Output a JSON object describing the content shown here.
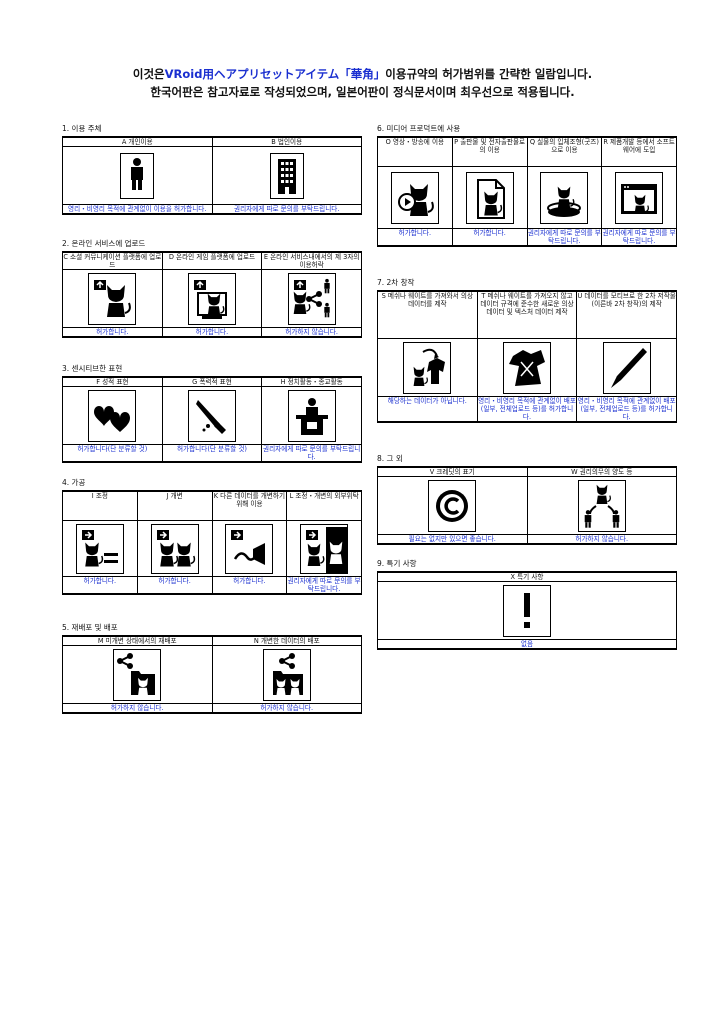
{
  "header": {
    "line1_pre": "이것은",
    "line1_blue": "VRoid用ヘアプリセットアイテム「華角」",
    "line1_post": "이용규약의 허가범위를 간략한 일람입니다.",
    "line2": "한국어판은 참고자료로 작성되었으며, 일본어판이 정식문서이며 최우선으로 적용됩니다."
  },
  "sections": {
    "s1": {
      "title": "1. 이용 주체",
      "items": [
        {
          "label": "A 개인이용",
          "result": "영리・비영리 목적에 관계없이 이용을 허가합니다.",
          "icon": "person-icon"
        },
        {
          "label": "B 법인이용",
          "result": "권리자에게 따로 문의를 부탁드립니다.",
          "icon": "building-icon"
        }
      ]
    },
    "s2": {
      "title": "2. 온라인 서비스에 업로드",
      "items": [
        {
          "label": "C 소셜 커뮤니케이션 플랫폼에 업로드",
          "result": "허가합니다.",
          "icon": "upload-cat-icon"
        },
        {
          "label": "D 온라인 게임 플랫폼에 업로드",
          "result": "허가합니다.",
          "icon": "game-upload-icon"
        },
        {
          "label": "E 온라인 서비스내에서의 제 3자의 이용허락",
          "result": "허가하지 않습니다.",
          "icon": "share-third-party-icon"
        }
      ]
    },
    "s3": {
      "title": "3. 센시티브한 표현",
      "items": [
        {
          "label": "F 성적 표현",
          "result": "허가합니다(단 분류할 것)",
          "icon": "hearts-icon"
        },
        {
          "label": "G 폭력적 표현",
          "result": "허가합니다(단 분류할 것)",
          "icon": "knife-icon"
        },
        {
          "label": "H 정치활동・종교활동",
          "result": "권리자에게 따로 문의를 부탁드립니다.",
          "icon": "podium-icon"
        }
      ]
    },
    "s4": {
      "title": "4. 가공",
      "items": [
        {
          "label": "I 조정",
          "result": "허가합니다.",
          "icon": "adjust-icon"
        },
        {
          "label": "J 개변",
          "result": "허가합니다.",
          "icon": "modify-icon"
        },
        {
          "label": "K 다른 데이터를 개변하기 위해 이용",
          "result": "허가합니다.",
          "icon": "other-data-icon"
        },
        {
          "label": "L 조정・개변의 외부위탁",
          "result": "권리자에게 따로 문의를 부탁드립니다.",
          "icon": "outsource-icon"
        }
      ]
    },
    "s5": {
      "title": "5. 재배포 및 배포",
      "items": [
        {
          "label": "M 미개변 상태에서의 재배포",
          "result": "허가하지 않습니다.",
          "icon": "redistribute-icon"
        },
        {
          "label": "N 개변한 데이터의 배포",
          "result": "허가하지 않습니다.",
          "icon": "distribute-modified-icon"
        }
      ]
    },
    "s6": {
      "title": "6. 미디어 프로덕트에 사용",
      "items": [
        {
          "label": "O 영상・방송에 이용",
          "result": "허가합니다.",
          "icon": "video-icon"
        },
        {
          "label": "P 출판물 및 전자출판물로의 이용",
          "result": "허가합니다.",
          "icon": "publication-icon"
        },
        {
          "label": "Q 실물의 입체조형(굿즈)으로 이용",
          "result": "권리자에게 따로 문의를 부탁드립니다.",
          "icon": "figure-icon"
        },
        {
          "label": "R 제품개발 등에서 소프트웨어에 도입",
          "result": "권리자에게 따로 문의를 부탁드립니다.",
          "icon": "software-icon"
        }
      ]
    },
    "s7": {
      "title": "7. 2차 창작",
      "items": [
        {
          "label": "S 메쉬나 웨이트를 가져와서 의상 데이터를 제작",
          "result": "해당하는 데이터가 아닙니다.",
          "icon": "clothes-icon"
        },
        {
          "label": "T 메쉬나 웨이트를 가져오지 않고 데이터 규격에 준수한 새로운 의상 데이터 및 텍스처 데이터 제작",
          "result": "영리・비영리 목적에 관계없이 배포(일부, 전체업로드 등)를 허가합니다.",
          "icon": "new-clothes-icon"
        },
        {
          "label": "U 데이터를 모티브로 한 2차 저작물(이른바 2차 창작)의 제작",
          "result": "영리・비영리 목적에 관계없이 배포(일부, 전체업로드 등)를 허가합니다.",
          "icon": "pen-icon"
        }
      ]
    },
    "s8": {
      "title": "8. 그 외",
      "items": [
        {
          "label": "V 크레딧의 표기",
          "result": "필요는 없지만 있으면 좋습니다.",
          "icon": "copyright-icon"
        },
        {
          "label": "W 권리의무의 양도 등",
          "result": "허가하지 않습니다.",
          "icon": "transfer-icon"
        }
      ]
    },
    "s9": {
      "title": "9. 특기 사항",
      "items": [
        {
          "label": "X 특기 사항",
          "result": "없음",
          "icon": "exclamation-icon"
        }
      ]
    }
  }
}
